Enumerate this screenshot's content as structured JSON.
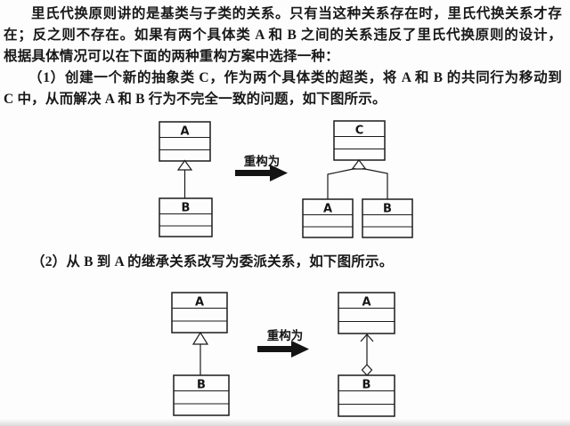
{
  "colors": {
    "ink": "#1b1b1b",
    "paper": "#fdfdfd"
  },
  "text": {
    "line1": "里氏代换原则讲的是基类与子类的关系。只有当这种关系存在时，里氏代换关系才存",
    "line2": "在；反之则不存在。如果有两个具体类 A 和 B 之间的关系违反了里氏代换原则的设计，",
    "line3": "根据具体情况可以在下面的两种重构方案中选择一种：",
    "line4": "（1）创建一个新的抽象类 C，作为两个具体类的超类，将 A 和 B 的共同行为移动到",
    "line5": "C 中，从而解决 A 和 B 行为不完全一致的问题，如下图所示。",
    "line6": "（2）从 B 到 A 的继承关系改写为委派关系，如下图所示。"
  },
  "diagram1": {
    "arrow_label": "重构为",
    "before": {
      "top_class": "A",
      "bottom_class": "B"
    },
    "after": {
      "top_class": "C",
      "left_class": "A",
      "right_class": "B"
    }
  },
  "diagram2": {
    "arrow_label": "重构为",
    "before": {
      "top_class": "A",
      "bottom_class": "B"
    },
    "after": {
      "top_class": "A",
      "bottom_class": "B"
    }
  }
}
